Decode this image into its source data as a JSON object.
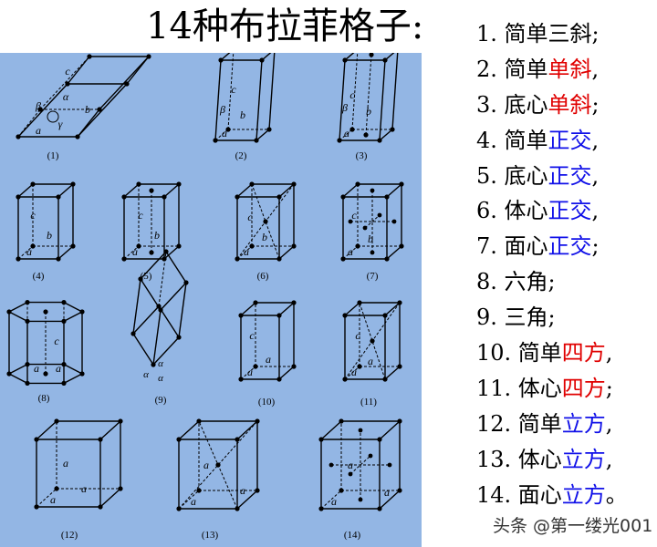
{
  "title": "14种布拉菲格子:",
  "colors": {
    "panel_background": "#93b6e4",
    "highlight_red": "#e00000",
    "highlight_blue": "#1010e8",
    "text": "#000000"
  },
  "lattices": [
    {
      "caption": "(1)",
      "labels": [
        "c",
        "b",
        "a",
        "β",
        "α",
        "γ"
      ]
    },
    {
      "caption": "(2)",
      "labels": [
        "c",
        "b",
        "a",
        "β"
      ]
    },
    {
      "caption": "(3)",
      "labels": [
        "c",
        "b",
        "a",
        "β"
      ]
    },
    {
      "caption": "(4)",
      "labels": [
        "c",
        "b",
        "a"
      ]
    },
    {
      "caption": "(5)",
      "labels": [
        "c",
        "b",
        "a"
      ]
    },
    {
      "caption": "(6)",
      "labels": [
        "c",
        "b",
        "a"
      ]
    },
    {
      "caption": "(7)",
      "labels": [
        "c",
        "b",
        "a"
      ]
    },
    {
      "caption": "(8)",
      "labels": [
        "c",
        "a",
        "a"
      ]
    },
    {
      "caption": "(9)",
      "labels": [
        "α",
        "α",
        "α"
      ]
    },
    {
      "caption": "(10)",
      "labels": [
        "c",
        "a",
        "a"
      ]
    },
    {
      "caption": "(11)",
      "labels": [
        "c",
        "a",
        "a"
      ]
    },
    {
      "caption": "(12)",
      "labels": [
        "a",
        "a",
        "a"
      ]
    },
    {
      "caption": "(13)",
      "labels": [
        "a",
        "a",
        "a"
      ]
    },
    {
      "caption": "(14)",
      "labels": [
        "a",
        "a",
        "a"
      ]
    }
  ],
  "list": [
    {
      "prefix": "1. ",
      "base": "简单三斜",
      "highlight": "",
      "color": "",
      "suffix": ";"
    },
    {
      "prefix": "2. ",
      "base": "简单",
      "highlight": "单斜",
      "color": "red",
      "suffix": ","
    },
    {
      "prefix": "3. ",
      "base": "底心",
      "highlight": "单斜",
      "color": "red",
      "suffix": ";"
    },
    {
      "prefix": "4. ",
      "base": "简单",
      "highlight": "正交",
      "color": "blue",
      "suffix": ","
    },
    {
      "prefix": "5. ",
      "base": "底心",
      "highlight": "正交",
      "color": "blue",
      "suffix": ","
    },
    {
      "prefix": "6. ",
      "base": "体心",
      "highlight": "正交",
      "color": "blue",
      "suffix": ","
    },
    {
      "prefix": "7. ",
      "base": "面心",
      "highlight": "正交",
      "color": "blue",
      "suffix": ";"
    },
    {
      "prefix": "8. ",
      "base": "六角",
      "highlight": "",
      "color": "",
      "suffix": ";"
    },
    {
      "prefix": "9. ",
      "base": "三角",
      "highlight": "",
      "color": "",
      "suffix": ";"
    },
    {
      "prefix": "10. ",
      "base": "简单",
      "highlight": "四方",
      "color": "red",
      "suffix": ","
    },
    {
      "prefix": "11. ",
      "base": "体心",
      "highlight": "四方",
      "color": "red",
      "suffix": ";"
    },
    {
      "prefix": "12. ",
      "base": "简单",
      "highlight": "立方",
      "color": "blue",
      "suffix": ","
    },
    {
      "prefix": "13. ",
      "base": "体心",
      "highlight": "立方",
      "color": "blue",
      "suffix": ","
    },
    {
      "prefix": "14. ",
      "base": "面心",
      "highlight": "立方",
      "color": "blue",
      "suffix": "。"
    }
  ],
  "watermark": {
    "icon": "toutiao-logo",
    "text": "头条 @第一缕光001"
  }
}
